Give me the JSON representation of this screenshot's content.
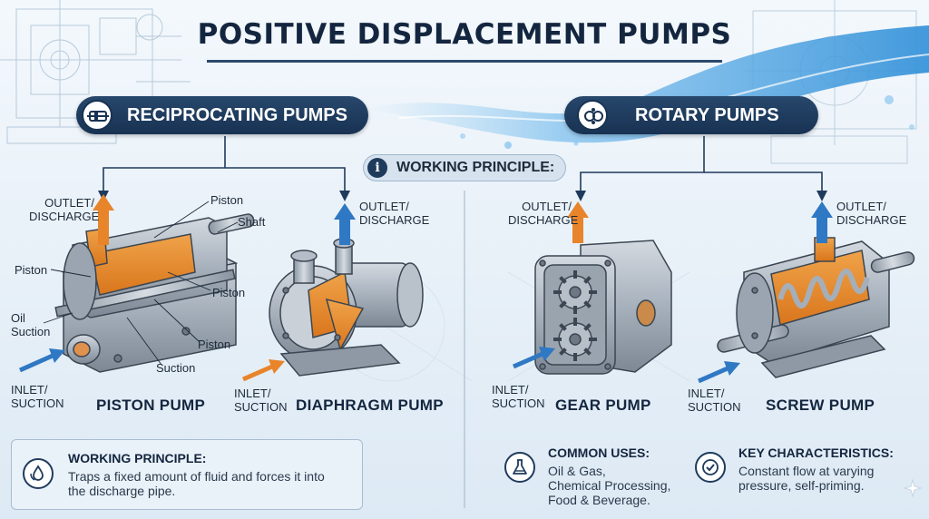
{
  "title": "POSITIVE DISPLACEMENT PUMPS",
  "categories": {
    "reciprocating": {
      "label": "RECIPROCATING PUMPS",
      "icon": "pump-cylinder-icon"
    },
    "rotary": {
      "label": "ROTARY PUMPS",
      "icon": "gear-rotor-icon"
    }
  },
  "working_principle_pill": "WORKING PRINCIPLE:",
  "pumps": {
    "piston": {
      "name": "PISTON PUMP",
      "labels": {
        "outlet": "OUTLET/\nDISCHARGE",
        "inlet": "INLET/\nSUCTION",
        "piston_top": "Piston",
        "shaft": "Shaft",
        "piston_left": "Piston",
        "piston_mid": "Piston",
        "oil_suction": "Oil\nSuction",
        "piston_bottom": "Piston",
        "suction": "Suction"
      }
    },
    "diaphragm": {
      "name": "DIAPHRAGM PUMP",
      "labels": {
        "outlet": "OUTLET/\nDISCHARGE",
        "inlet": "INLET/\nSUCTION"
      }
    },
    "gear": {
      "name": "GEAR PUMP",
      "labels": {
        "outlet": "OUTLET/\nDISCHARGE",
        "inlet": "INLET/\nSUCTION"
      }
    },
    "screw": {
      "name": "SCREW PUMP",
      "labels": {
        "outlet": "OUTLET/\nDISCHARGE",
        "inlet": "INLET/\nSUCTION"
      }
    }
  },
  "bottom": {
    "working_principle": {
      "title": "WORKING PRINCIPLE:",
      "text": "Traps a fixed amount of fluid and forces it into\nthe discharge pipe.",
      "icon": "droplet-cycle-icon"
    },
    "common_uses": {
      "title": "COMMON USES:",
      "text": "Oil & Gas,\nChemical Processing,\nFood & Beverage.",
      "icon": "flask-icon"
    },
    "key_characteristics": {
      "title": "KEY CHARACTERISTICS:",
      "text": "Constant flow at varying\npressure, self-priming.",
      "icon": "check-circle-icon"
    }
  },
  "colors": {
    "navy": "#1d3a5c",
    "outlet_arrow": "#2f78c4",
    "inlet_arrow": "#f08a22",
    "fluid": "#e2872a",
    "metal": "#aab4bf"
  }
}
